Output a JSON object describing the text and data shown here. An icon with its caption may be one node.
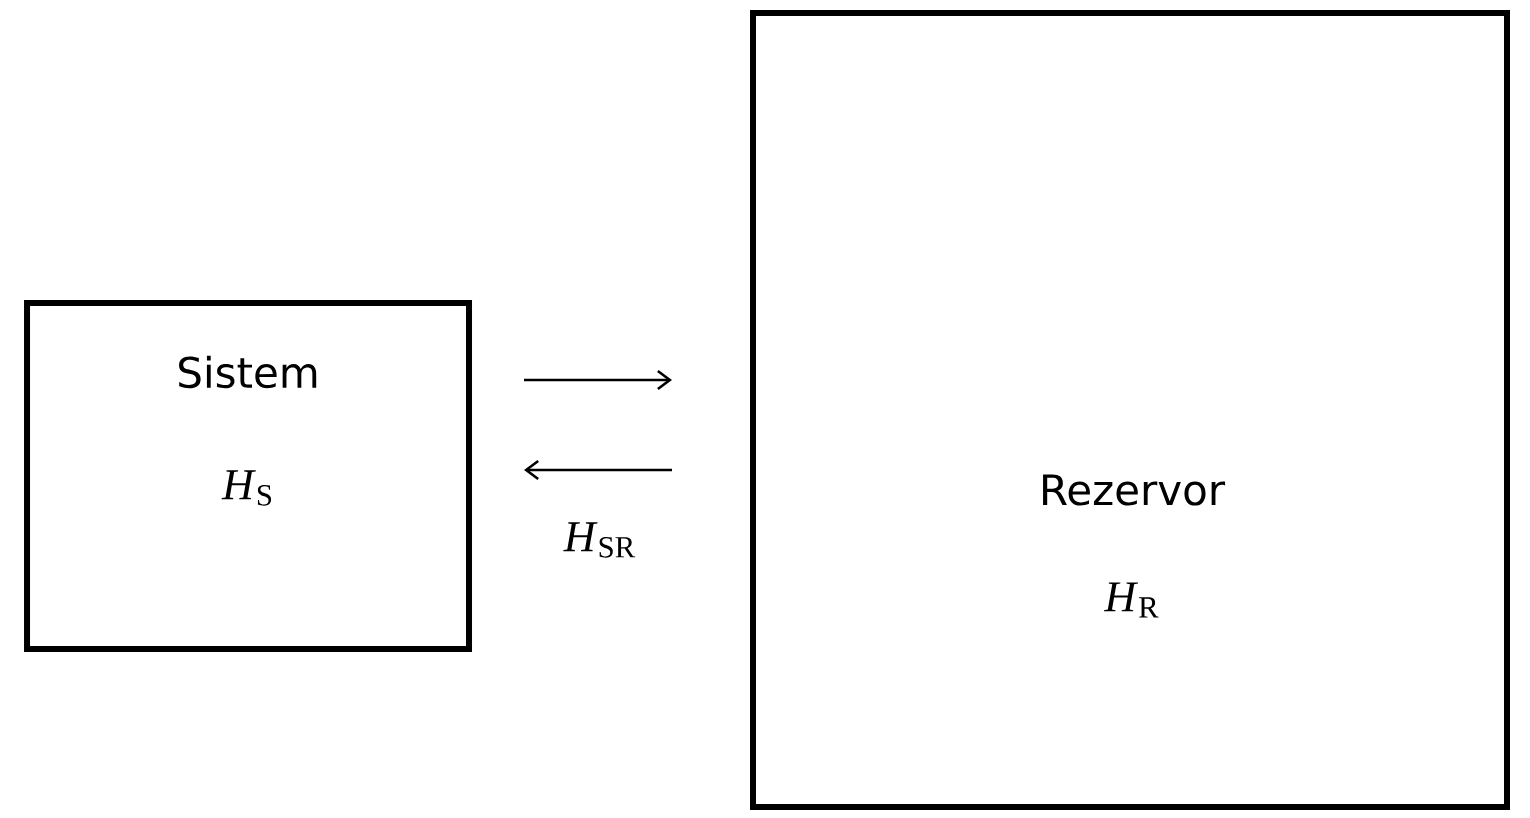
{
  "diagram": {
    "nodes": [
      {
        "text": [
          "Sistem",
          "*H*$_{S}$"
        ]
      },
      {
        "text": [
          "Rezervor",
          "*H*$_{R}$"
        ]
      }
    ],
    "edges": [
      {
        "from": 0,
        "to": 1,
        "arrow": "to"
      },
      {
        "from": 1,
        "to": 0,
        "arrow": "to",
        "label": "*H*$_{SR}$"
      }
    ]
  }
}
